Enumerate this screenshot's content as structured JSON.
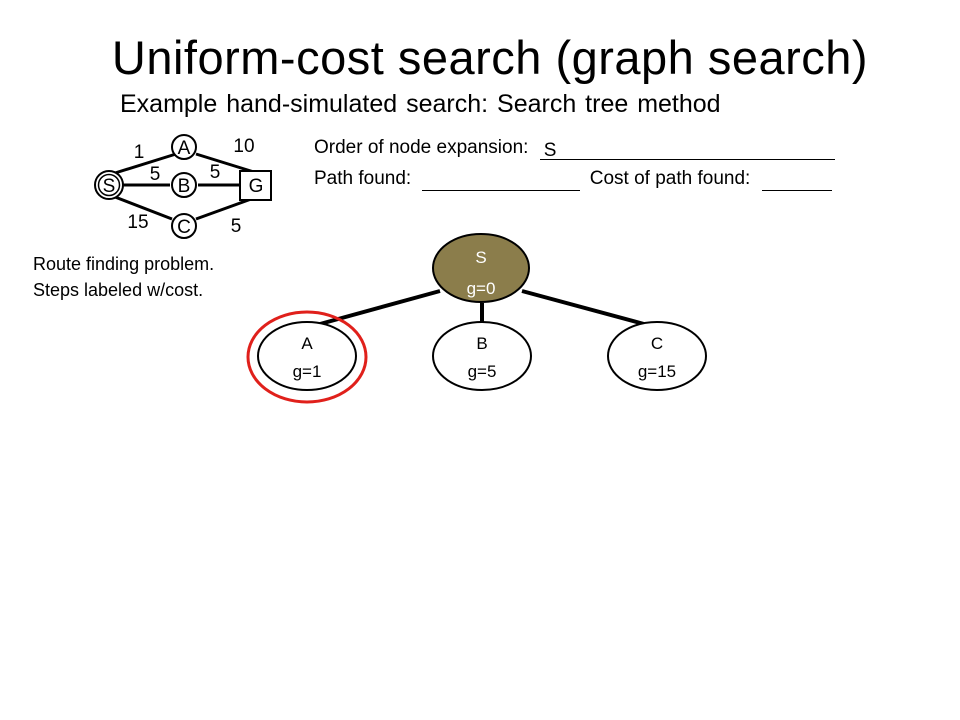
{
  "title": "Uniform-cost search (graph search)",
  "subtitle": "Example hand-simulated search: Search tree method",
  "graph": {
    "nodes": [
      {
        "id": "S",
        "label": "S",
        "shape": "double-circle"
      },
      {
        "id": "A",
        "label": "A",
        "shape": "circle"
      },
      {
        "id": "B",
        "label": "B",
        "shape": "circle"
      },
      {
        "id": "C",
        "label": "C",
        "shape": "circle"
      },
      {
        "id": "G",
        "label": "G",
        "shape": "square"
      }
    ],
    "edges": [
      {
        "from": "S",
        "to": "A",
        "cost": "1"
      },
      {
        "from": "S",
        "to": "B",
        "cost": "5"
      },
      {
        "from": "S",
        "to": "C",
        "cost": "15"
      },
      {
        "from": "A",
        "to": "G",
        "cost": "10"
      },
      {
        "from": "B",
        "to": "G",
        "cost": "5"
      },
      {
        "from": "C",
        "to": "G",
        "cost": "5"
      }
    ]
  },
  "order_label": "Order of node expansion:",
  "order_value": "S",
  "path_label": "Path found:",
  "path_value": "",
  "cost_label": "Cost of path found:",
  "cost_value": "",
  "caption": {
    "line1": "Route finding problem.",
    "line2": "Steps labeled w/cost."
  },
  "tree": {
    "root": {
      "name": "S",
      "g": "g=0",
      "state": "expanded"
    },
    "children": [
      {
        "name": "A",
        "g": "g=1",
        "state": "selected"
      },
      {
        "name": "B",
        "g": "g=5",
        "state": "frontier"
      },
      {
        "name": "C",
        "g": "g=15",
        "state": "frontier"
      }
    ]
  },
  "colors": {
    "expanded_fill": "#8b7d4b",
    "selected_ring": "#e0201b",
    "stroke": "#000000"
  }
}
